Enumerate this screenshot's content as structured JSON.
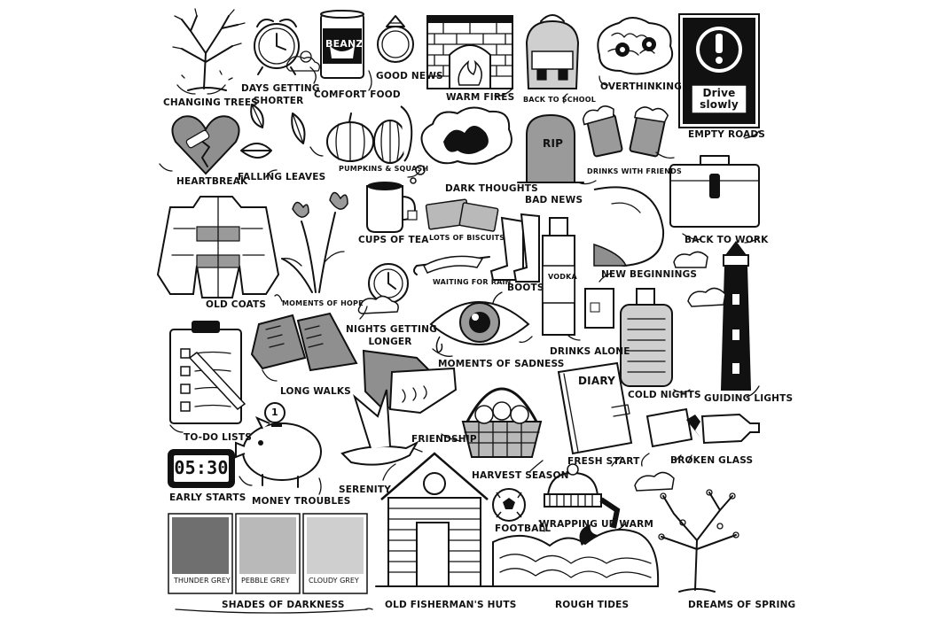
{
  "labels": {
    "changing_trees": "CHANGING TREES",
    "days_getting_shorter_1": "DAYS GETTING",
    "days_getting_shorter_2": "SHORTER",
    "comfort_food": "COMFORT FOOD",
    "beanz": "BEANZ",
    "good_news": "GOOD NEWS",
    "warm_fires": "WARM FIRES",
    "back_to_school": "BACK TO SCHOOL",
    "overthinking": "OVERTHINKING",
    "drive_slowly_1": "Drive",
    "drive_slowly_2": "slowly",
    "empty_roads": "EMPTY ROADS",
    "heartbreak": "HEARTBREAK",
    "falling_leaves": "FALLING LEAVES",
    "pumpkins_squash": "PUMPKINS & SQUASH",
    "dark_thoughts": "DARK THOUGHTS",
    "rip": "RIP",
    "bad_news": "BAD NEWS",
    "drinks_with_friends": "DRINKS WITH FRIENDS",
    "cups_of_tea": "CUPS OF TEA",
    "lots_of_biscuits": "LOTS OF BISCUITS",
    "back_to_work": "BACK TO WORK",
    "old_coats": "OLD COATS",
    "moments_of_hope": "MOMENTS OF HOPE",
    "waiting_for_rain": "WAITING FOR RAIN",
    "boots": "BOOTS",
    "vodka": "VODKA",
    "new_beginnings": "NEW BEGINNINGS",
    "nights_getting_longer_1": "NIGHTS GETTING",
    "nights_getting_longer_2": "LONGER",
    "moments_of_sadness": "MOMENTS OF SADNESS",
    "drinks_alone": "DRINKS ALONE",
    "long_walks": "LONG WALKS",
    "diary": "DIARY",
    "cold_nights": "COLD NIGHTS",
    "guiding_lights": "GUIDING LIGHTS",
    "to_do_lists": "TO-DO LISTS",
    "friendship": "FRIENDSHIP",
    "harvest_season": "HARVEST SEASON",
    "fresh_start": "FRESH START",
    "broken_glass": "BROKEN GLASS",
    "coin": "1",
    "clock_time": "05:30",
    "early_starts": "EARLY STARTS",
    "money_troubles": "MONEY TROUBLES",
    "serenity": "SERENITY",
    "football": "FOOTBALL",
    "wrapping_up_warm": "WRAPPING UP WARM",
    "thunder_grey": "THUNDER GREY",
    "pebble_grey": "PEBBLE GREY",
    "cloudy_grey": "CLOUDY GREY",
    "shades_of_darkness": "SHADES OF DARKNESS",
    "old_fishermans_huts": "OLD FISHERMAN'S HUTS",
    "rough_tides": "ROUGH TIDES",
    "dreams_of_spring": "DREAMS OF SPRING"
  },
  "swatch_colors": {
    "thunder_grey": "#6f6f6f",
    "pebble_grey": "#b9b9b9",
    "cloudy_grey": "#cfcfcf"
  },
  "icons": [
    "tree-icon",
    "alarm-clock-icon",
    "food-tin-icon",
    "ring-icon",
    "fireplace-icon",
    "backpack-icon",
    "brain-icon",
    "warning-sign-icon",
    "broken-heart-icon",
    "leaves-icon",
    "pumpkin-icon",
    "thought-cloud-icon",
    "gravestone-icon",
    "beer-mugs-icon",
    "mug-icon",
    "biscuits-icon",
    "briefcase-icon",
    "coat-icon",
    "flower-icon",
    "umbrella-icon",
    "wellington-boots-icon",
    "vodka-bottle-icon",
    "pregnant-belly-icon",
    "eye-icon",
    "hot-water-bottle-icon",
    "lighthouse-icon",
    "clipboard-icon",
    "hiking-boots-icon",
    "handshake-icon",
    "basket-icon",
    "diary-icon",
    "broken-bottle-icon",
    "digital-clock-icon",
    "piggy-bank-icon",
    "dove-icon",
    "beach-hut-icon",
    "football-icon",
    "knit-hat-icon",
    "waves-icon",
    "blossom-tree-icon"
  ]
}
